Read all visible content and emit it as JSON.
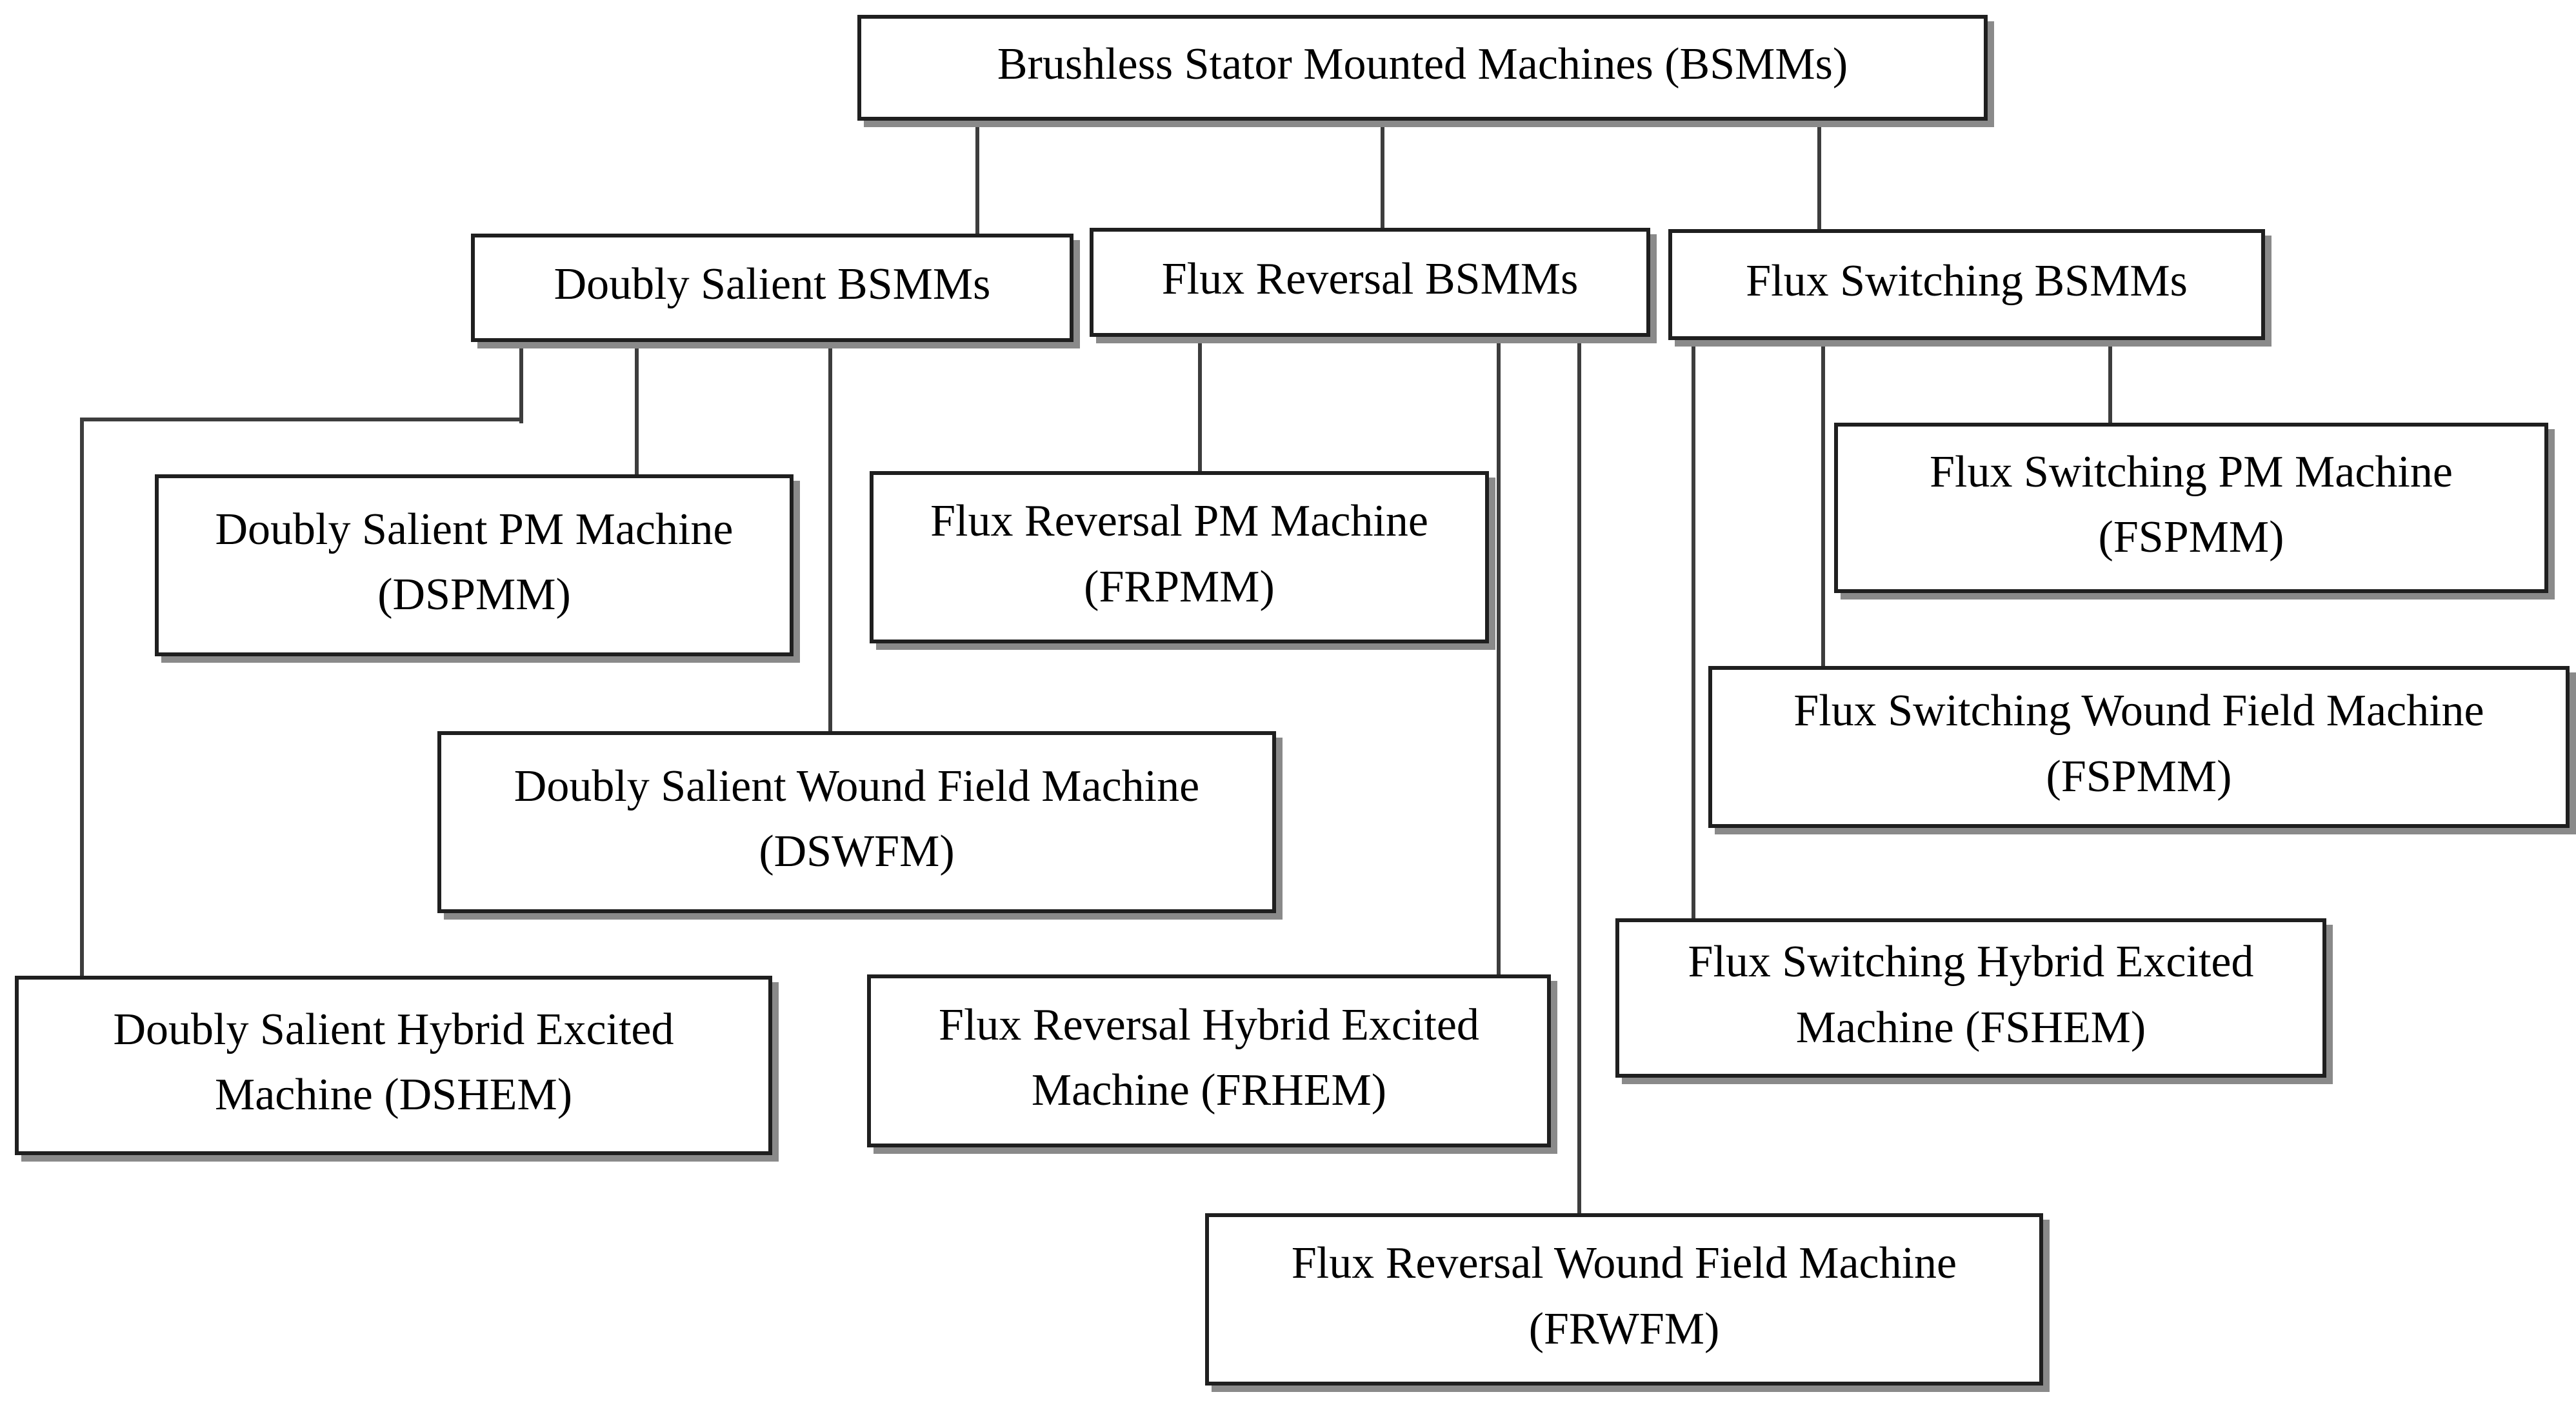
{
  "theme": {
    "bg": "#ffffff",
    "box-bg": "#ffffff",
    "border": "#1f1f1f",
    "shadow": "#8a8a8a",
    "line": "#3d3d3d",
    "text": "#000000"
  },
  "diagram": {
    "nodes": {
      "root": {
        "label": "Brushless Stator Mounted Machines (BSMMs)"
      },
      "ds": {
        "label": "Doubly Salient BSMMs"
      },
      "fr": {
        "label": "Flux Reversal BSMMs"
      },
      "fs": {
        "label": "Flux Switching BSMMs"
      },
      "dspmm": {
        "line1": "Doubly Salient PM Machine",
        "line2": "(DSPMM)"
      },
      "frpmm": {
        "line1": "Flux Reversal PM Machine",
        "line2": "(FRPMM)"
      },
      "fspmm": {
        "line1": "Flux Switching PM Machine",
        "line2": "(FSPMM)"
      },
      "dswfm": {
        "line1": "Doubly Salient Wound Field Machine",
        "line2": "(DSWFM)"
      },
      "fswfm": {
        "line1": "Flux Switching Wound Field Machine",
        "line2": "(FSPMM)"
      },
      "dshem": {
        "line1": "Doubly Salient Hybrid Excited",
        "line2": "Machine (DSHEM)"
      },
      "frhem": {
        "line1": "Flux Reversal Hybrid Excited",
        "line2": "Machine (FRHEM)"
      },
      "fshem": {
        "line1": "Flux Switching Hybrid Excited",
        "line2": "Machine (FSHEM)"
      },
      "frwfm": {
        "line1": "Flux Reversal Wound Field Machine",
        "line2": "(FRWFM)"
      }
    },
    "hierarchy": {
      "root": "Brushless Stator Mounted Machines (BSMMs)",
      "children": {
        "Doubly Salient BSMMs": [
          "Doubly Salient PM Machine (DSPMM)",
          "Doubly Salient Wound Field Machine (DSWFM)",
          "Doubly Salient Hybrid Excited Machine (DSHEM)"
        ],
        "Flux Reversal BSMMs": [
          "Flux Reversal PM Machine (FRPMM)",
          "Flux Reversal Hybrid Excited Machine (FRHEM)",
          "Flux Reversal Wound Field Machine (FRWFM)"
        ],
        "Flux Switching BSMMs": [
          "Flux Switching PM Machine (FSPMM)",
          "Flux Switching Wound Field Machine (FSPMM)",
          "Flux Switching Hybrid Excited Machine (FSHEM)"
        ]
      }
    }
  }
}
